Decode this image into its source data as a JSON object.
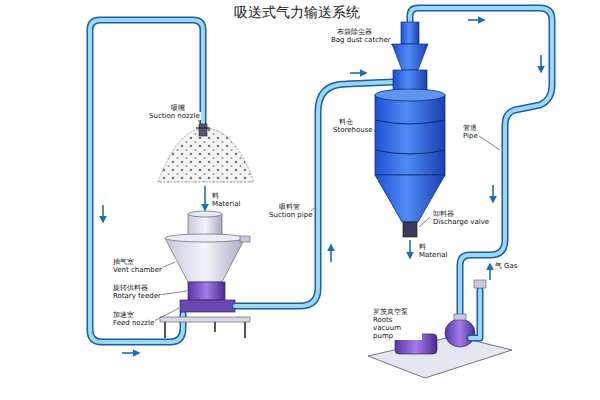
{
  "diagram": {
    "title": "吸送式气力输送系统",
    "labels": [
      "吸嘴",
      "Suction nozzle",
      "料",
      "Material",
      "抽气室",
      "Vent chamber",
      "旋转供料器",
      "Rotary feeder",
      "加速室",
      "Feed nozzle",
      "吸料管",
      "Suction pipe",
      "布袋除尘器",
      "Bag dust catcher",
      "料仓",
      "Storehouse",
      "管道",
      "Pipe",
      "卸料器",
      "Discharge valve",
      "料",
      "Material",
      "气",
      "Gas",
      "罗茨真空泵",
      "Roots vacuum pump"
    ]
  }
}
